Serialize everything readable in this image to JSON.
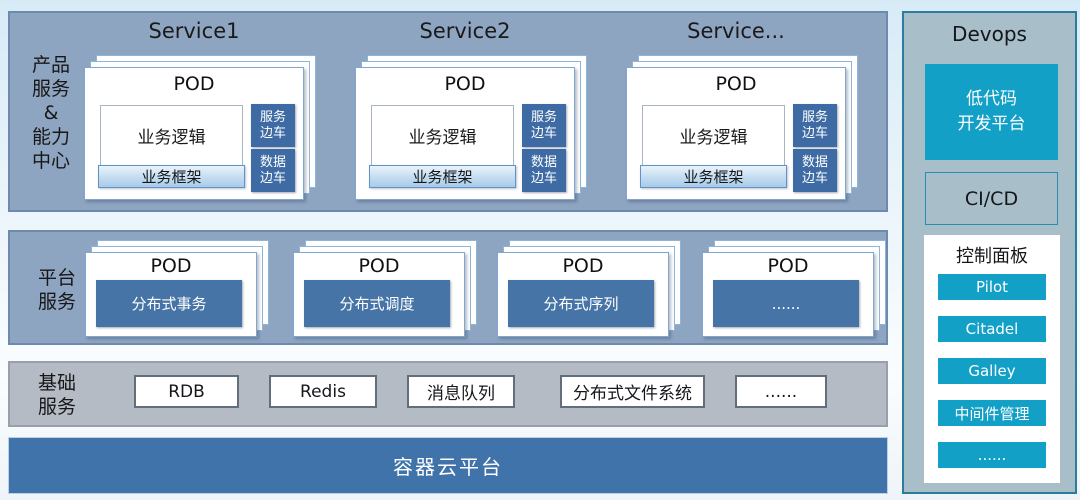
{
  "colors": {
    "band_blue": "#8ea5c2",
    "band_border": "#6d89ae",
    "band_gray": "#b5bbc4",
    "steel_blue": "#4674a6",
    "sidecar_blue": "#3e6ba4",
    "container_blue": "#3f73a9",
    "teal": "#12a0c7",
    "devops_bg": "#a8bfca",
    "devops_border": "#2a7d9c"
  },
  "product_band": {
    "label_lines": [
      "产品",
      "服务",
      "&",
      "能力",
      "中心"
    ],
    "services": [
      {
        "title": "Service1",
        "pod_title": "POD",
        "logic": "业务逻辑",
        "framework": "业务框架",
        "sidecar1_line1": "服务",
        "sidecar1_line2": "边车",
        "sidecar2_line1": "数据",
        "sidecar2_line2": "边车"
      },
      {
        "title": "Service2",
        "pod_title": "POD",
        "logic": "业务逻辑",
        "framework": "业务框架",
        "sidecar1_line1": "服务",
        "sidecar1_line2": "边车",
        "sidecar2_line1": "数据",
        "sidecar2_line2": "边车"
      },
      {
        "title": "Service...",
        "pod_title": "POD",
        "logic": "业务逻辑",
        "framework": "业务框架",
        "sidecar1_line1": "服务",
        "sidecar1_line2": "边车",
        "sidecar2_line1": "数据",
        "sidecar2_line2": "边车"
      }
    ]
  },
  "platform_band": {
    "label_lines": [
      "平台",
      "服务"
    ],
    "pods": [
      {
        "title": "POD",
        "label": "分布式事务"
      },
      {
        "title": "POD",
        "label": "分布式调度"
      },
      {
        "title": "POD",
        "label": "分布式序列"
      },
      {
        "title": "POD",
        "label": "......"
      }
    ]
  },
  "base_band": {
    "label_lines": [
      "基础",
      "服务"
    ],
    "items": [
      "RDB",
      "Redis",
      "消息队列",
      "分布式文件系统",
      "......"
    ]
  },
  "container_band": {
    "label": "容器云平台"
  },
  "devops": {
    "title": "Devops",
    "lowcode_line1": "低代码",
    "lowcode_line2": "开发平台",
    "cicd_label": "CI/CD",
    "panel_title": "控制面板",
    "buttons": [
      "Pilot",
      "Citadel",
      "Galley",
      "中间件管理",
      "......"
    ]
  }
}
